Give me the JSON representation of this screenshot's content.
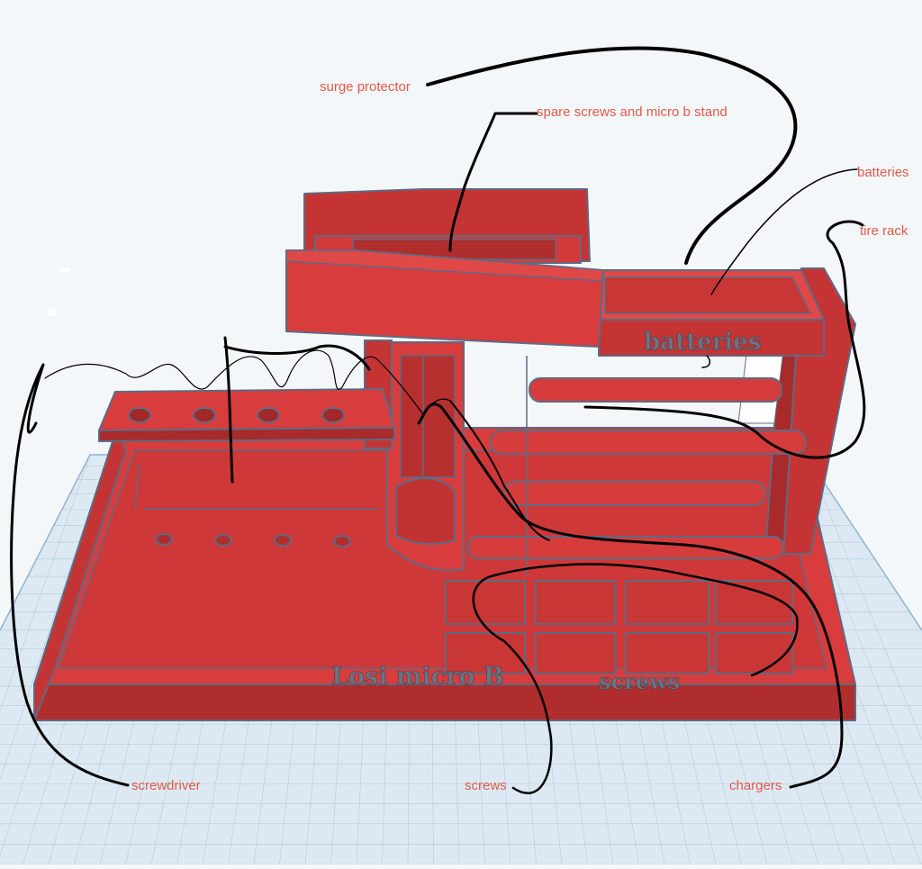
{
  "colors": {
    "background": "#f4f7f9",
    "grid_plate": "#dde9f2",
    "grid_line": "#9fbad0",
    "model_fill": "#d13a3a",
    "model_dark": "#a82a2a",
    "model_light": "#e04848",
    "edge": "#5f6a82",
    "ink": "#000000",
    "label": "#e05a4a"
  },
  "labels": {
    "surge_protector": "surge protector",
    "spare_screws": "spare screws and micro b stand",
    "batteries": "batteries",
    "tire_rack": "tire rack",
    "screwdriver": "screwdriver",
    "screws": "screws",
    "chargers": "chargers"
  },
  "engravings": {
    "batteries_text": "batteries",
    "front_text_1": "Losi micro B",
    "front_text_2": "screws"
  }
}
